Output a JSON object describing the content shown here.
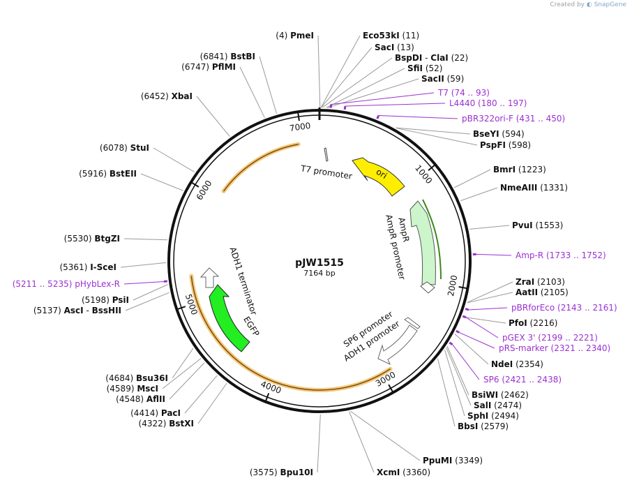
{
  "credit": {
    "prefix": "Created by",
    "brand": "SnapGene"
  },
  "plasmid": {
    "name": "pJW1515",
    "size_label": "7164 bp",
    "length": 7164
  },
  "colors": {
    "backbone": "#111111",
    "misc_feature": "#9b30d0",
    "ori": "#ffee00",
    "promoter": "#ffffff",
    "ampR": "#ccf5cc",
    "egfp": "#22ee22",
    "orange_glow": "#f5c97a",
    "terminator": "#ffffff"
  },
  "ticks": [
    {
      "pos": 1000,
      "label": "1000"
    },
    {
      "pos": 2000,
      "label": "2000"
    },
    {
      "pos": 3000,
      "label": "3000"
    },
    {
      "pos": 4000,
      "label": "4000"
    },
    {
      "pos": 5000,
      "label": "5000"
    },
    {
      "pos": 6000,
      "label": "6000"
    },
    {
      "pos": 7000,
      "label": "7000"
    }
  ],
  "sites": [
    {
      "name": "PmeI",
      "pos": "(4)",
      "at": 4,
      "side": "L",
      "order": "pos-name"
    },
    {
      "name": "Eco53kI",
      "pos": "(11)",
      "at": 11,
      "side": "R"
    },
    {
      "name": "SacI",
      "pos": "(13)",
      "at": 13,
      "side": "R"
    },
    {
      "name": "BspDI",
      "name2": "ClaI",
      "pos": "(22)",
      "at": 22,
      "side": "R"
    },
    {
      "name": "SfiI",
      "pos": "(52)",
      "at": 52,
      "side": "R"
    },
    {
      "name": "SacII",
      "pos": "(59)",
      "at": 59,
      "side": "R"
    },
    {
      "name": "BseYI",
      "pos": "(594)",
      "at": 594,
      "side": "R"
    },
    {
      "name": "PspFI",
      "pos": "(598)",
      "at": 598,
      "side": "R"
    },
    {
      "name": "BmrI",
      "pos": "(1223)",
      "at": 1223,
      "side": "R"
    },
    {
      "name": "NmeAIII",
      "pos": "(1331)",
      "at": 1331,
      "side": "R"
    },
    {
      "name": "PvuI",
      "pos": "(1553)",
      "at": 1553,
      "side": "R"
    },
    {
      "name": "ZraI",
      "pos": "(2103)",
      "at": 2103,
      "side": "R"
    },
    {
      "name": "AatII",
      "pos": "(2105)",
      "at": 2105,
      "side": "R"
    },
    {
      "name": "PfoI",
      "pos": "(2216)",
      "at": 2216,
      "side": "R"
    },
    {
      "name": "NdeI",
      "pos": "(2354)",
      "at": 2354,
      "side": "R"
    },
    {
      "name": "BsiWI",
      "pos": "(2462)",
      "at": 2462,
      "side": "R"
    },
    {
      "name": "SalI",
      "pos": "(2474)",
      "at": 2474,
      "side": "R"
    },
    {
      "name": "SphI",
      "pos": "(2494)",
      "at": 2494,
      "side": "R"
    },
    {
      "name": "BbsI",
      "pos": "(2579)",
      "at": 2579,
      "side": "R"
    },
    {
      "name": "PpuMI",
      "pos": "(3349)",
      "at": 3349,
      "side": "R"
    },
    {
      "name": "XcmI",
      "pos": "(3360)",
      "at": 3360,
      "side": "R"
    },
    {
      "name": "Bpu10I",
      "pos": "(3575)",
      "at": 3575,
      "side": "L"
    },
    {
      "name": "BstXI",
      "pos": "(4322)",
      "at": 4322,
      "side": "L"
    },
    {
      "name": "PacI",
      "pos": "(4414)",
      "at": 4414,
      "side": "L"
    },
    {
      "name": "AflII",
      "pos": "(4548)",
      "at": 4548,
      "side": "L"
    },
    {
      "name": "MscI",
      "pos": "(4589)",
      "at": 4589,
      "side": "L"
    },
    {
      "name": "Bsu36I",
      "pos": "(4684)",
      "at": 4684,
      "side": "L"
    },
    {
      "name": "AscI",
      "name2": "BssHII",
      "pos": "(5137)",
      "at": 5137,
      "side": "L"
    },
    {
      "name": "PsiI",
      "pos": "(5198)",
      "at": 5198,
      "side": "L"
    },
    {
      "name": "I-SceI",
      "pos": "(5361)",
      "at": 5361,
      "side": "L"
    },
    {
      "name": "BtgZI",
      "pos": "(5530)",
      "at": 5530,
      "side": "L"
    },
    {
      "name": "BstEII",
      "pos": "(5916)",
      "at": 5916,
      "side": "L"
    },
    {
      "name": "StuI",
      "pos": "(6078)",
      "at": 6078,
      "side": "L"
    },
    {
      "name": "XbaI",
      "pos": "(6452)",
      "at": 6452,
      "side": "L"
    },
    {
      "name": "PflMI",
      "pos": "(6747)",
      "at": 6747,
      "side": "L"
    },
    {
      "name": "BstBI",
      "pos": "(6841)",
      "at": 6841,
      "side": "L"
    }
  ],
  "misc": [
    {
      "name": "T7",
      "range": "(74 .. 93)",
      "at": 84
    },
    {
      "name": "L4440",
      "range": "(180 .. 197)",
      "at": 188
    },
    {
      "name": "pBR322ori-F",
      "range": "(431 .. 450)",
      "at": 440
    },
    {
      "name": "Amp-R",
      "range": "(1733 .. 1752)",
      "at": 1742
    },
    {
      "name": "pBRforEco",
      "range": "(2143 .. 2161)",
      "at": 2152
    },
    {
      "name": "pGEX 3'",
      "range": "(2199 .. 2221)",
      "at": 2210
    },
    {
      "name": "pRS-marker",
      "range": "(2321 .. 2340)",
      "at": 2330
    },
    {
      "name": "SP6",
      "range": "(2421 .. 2438)",
      "at": 2430
    },
    {
      "name": "pHybLex-R",
      "range": "(5211 .. 5235)",
      "at": 5223
    }
  ],
  "features": [
    {
      "name": "T7 promoter",
      "start": 74,
      "end": 93,
      "kind": "promoter"
    },
    {
      "name": "ori",
      "start": 600,
      "end": 1190,
      "kind": "ori"
    },
    {
      "name": "AmpR",
      "start": 1330,
      "end": 1990,
      "kind": "ampR"
    },
    {
      "name": "AmpR promoter",
      "start": 1990,
      "end": 2095,
      "kind": "promoter"
    },
    {
      "name": "SP6 promoter",
      "start": 2420,
      "end": 2440,
      "kind": "promoter"
    },
    {
      "name": "ADH1 promoter",
      "start": 2470,
      "end": 2860,
      "kind": "promoter"
    },
    {
      "name": "EGFP",
      "start": 4570,
      "end": 5290,
      "kind": "egfp"
    },
    {
      "name": "ADH1 terminator",
      "start": 5350,
      "end": 5530,
      "kind": "terminator"
    }
  ],
  "labels": {
    "t7_promoter": "T7 promoter",
    "ori": "ori",
    "ampr": "AmpR",
    "ampr_promoter": "AmpR promoter",
    "sp6_promoter": "SP6 promoter",
    "adh1_promoter": "ADH1 promoter",
    "egfp": "EGFP",
    "adh1_terminator": "ADH1 terminator"
  }
}
